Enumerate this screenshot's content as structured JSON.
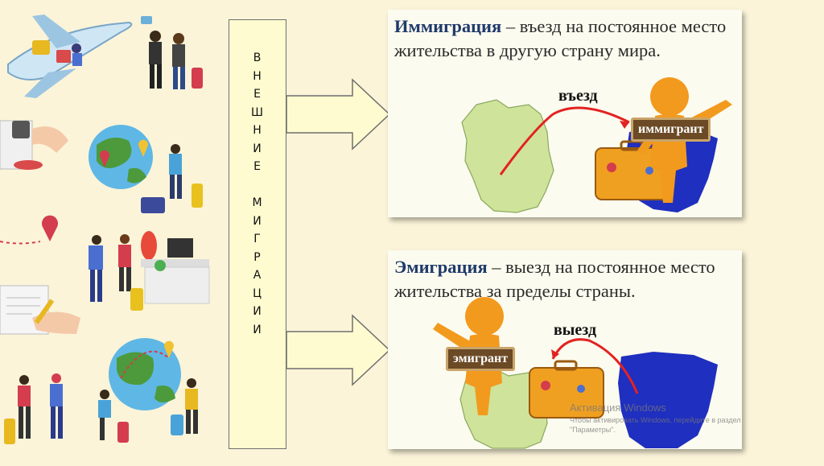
{
  "vertical_box": {
    "letters": [
      "В",
      "Н",
      "Е",
      "Ш",
      "Н",
      "И",
      "Е",
      " ",
      "М",
      "И",
      "Г",
      "Р",
      "А",
      "Ц",
      "И",
      "И"
    ]
  },
  "card_immigration": {
    "term": "Иммиграция",
    "definition": " – въезд на постоянное место жительства в другую страну мира.",
    "arrow_word": "въезд",
    "person_label": "иммигрант"
  },
  "card_emigration": {
    "term": "Эмиграция",
    "definition": " – выезд на постоянное место жительства за пределы страны.",
    "arrow_word": "выезд",
    "person_label": "эмигрант"
  },
  "watermark": {
    "title": "Активация Windows",
    "line1": "Чтобы активировать Windows, перейдите в раздел",
    "line2": "\"Параметры\"."
  },
  "colors": {
    "background": "#fbf4d9",
    "box_fill": "#fdfbcf",
    "arrow_fill": "#fdfbcf",
    "term_color": "#1f3a6b",
    "map_green": "#cfe39a",
    "map_blue": "#1f2fbf",
    "figure_orange": "#f29a1e",
    "path_red": "#e32222"
  }
}
